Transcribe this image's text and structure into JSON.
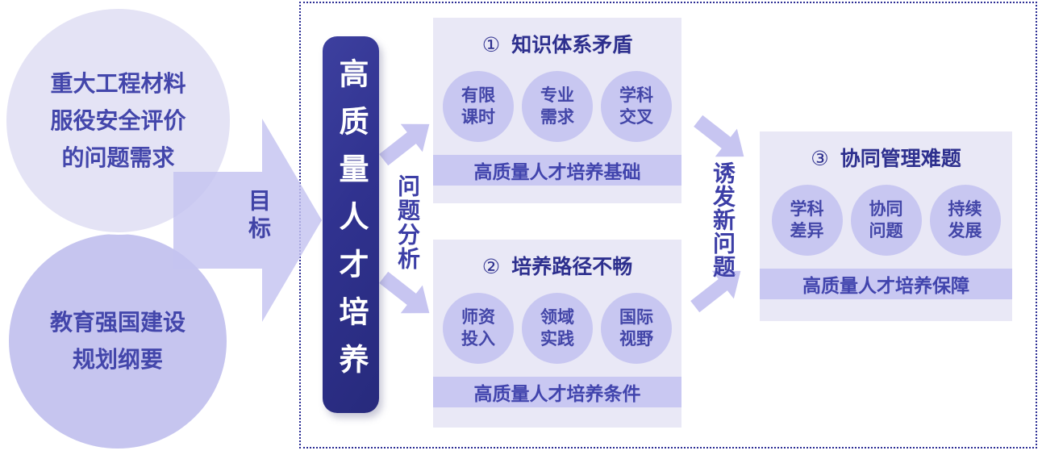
{
  "left": {
    "circle_top": {
      "lines": [
        "重大工程材料",
        "服役安全评价",
        "的问题需求"
      ]
    },
    "circle_bottom": {
      "lines": [
        "教育强国建设",
        "规划纲要"
      ]
    },
    "goal_arrow_label": "目标"
  },
  "center": {
    "pillar_label": "高质量人才培养",
    "analysis_label": "问题分析"
  },
  "panel": {
    "trigger_label": "诱发新问题",
    "boxes": [
      {
        "badge": "①",
        "title": "知识体系矛盾",
        "circles": [
          [
            "有限",
            "课时"
          ],
          [
            "专业",
            "需求"
          ],
          [
            "学科",
            "交叉"
          ]
        ],
        "banner": "高质量人才培养基础"
      },
      {
        "badge": "②",
        "title": "培养路径不畅",
        "circles": [
          [
            "师资",
            "投入"
          ],
          [
            "领域",
            "实践"
          ],
          [
            "国际",
            "视野"
          ]
        ],
        "banner": "高质量人才培养条件"
      },
      {
        "badge": "③",
        "title": "协同管理难题",
        "circles": [
          [
            "学科",
            "差异"
          ],
          [
            "协同",
            "问题"
          ],
          [
            "持续",
            "发展"
          ]
        ],
        "banner": "高质量人才培养保障"
      }
    ]
  },
  "colors": {
    "frame_border": "#2c2e94",
    "pillar_dark": "#2e3090",
    "box_background": "#e9e8f6",
    "lavender_mid": "#c8c7f1",
    "circle_top_fill": "#e4e3f5",
    "circle_bottom_fill": "#c6c5ef",
    "title_text": "#2d2f8e",
    "body_text": "#4346a8",
    "pillar_text": "#ffffff"
  }
}
